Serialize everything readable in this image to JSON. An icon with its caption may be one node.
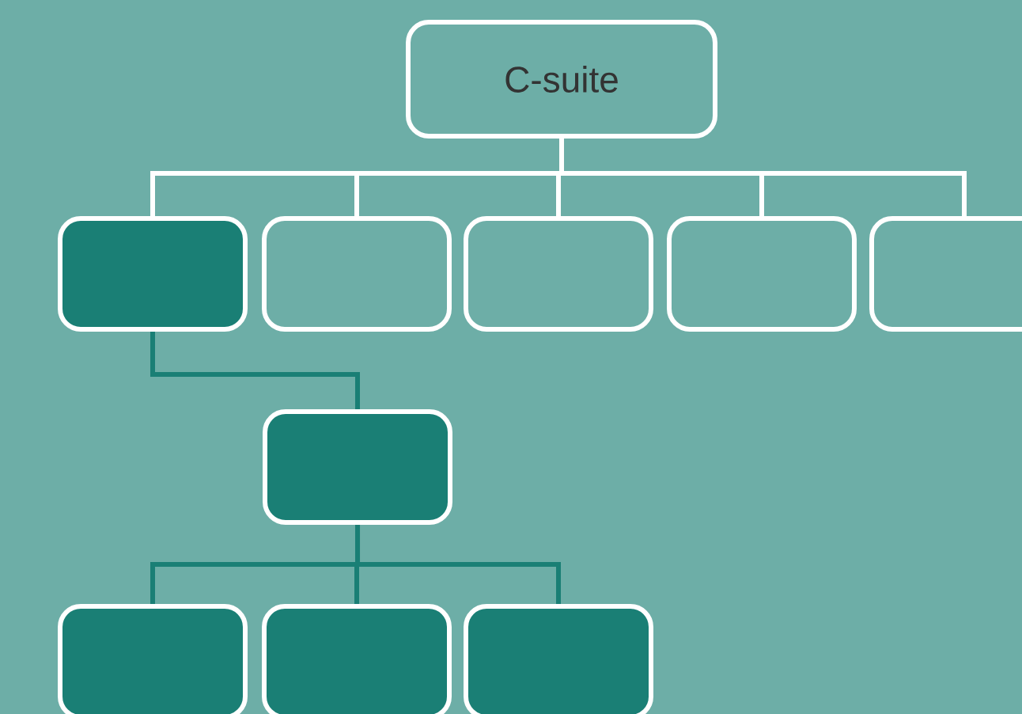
{
  "diagram": {
    "nodes": [
      {
        "text": [
          "C-suite"
        ]
      },
      {
        "text": [],
        "shape": "box"
      },
      {
        "text": [],
        "shape": "box"
      },
      {
        "text": [],
        "shape": "box"
      },
      {
        "text": [],
        "shape": "box"
      },
      {
        "text": [],
        "shape": "box"
      },
      {
        "text": [],
        "shape": "box"
      },
      {
        "text": [],
        "shape": "box"
      },
      {
        "text": [],
        "shape": "box"
      },
      {
        "text": [],
        "shape": "box"
      }
    ],
    "edges": [
      {
        "from": 0,
        "to": 1,
        "arrow": "none"
      },
      {
        "from": 0,
        "to": 2,
        "arrow": "none"
      },
      {
        "from": 0,
        "to": 3,
        "arrow": "none"
      },
      {
        "from": 0,
        "to": 4,
        "arrow": "none"
      },
      {
        "from": 0,
        "to": 5,
        "arrow": "none"
      },
      {
        "from": 1,
        "to": 6,
        "arrow": "none",
        "color": "#1a7f75"
      },
      {
        "from": 6,
        "to": 7,
        "arrow": "none",
        "color": "#1a7f75"
      },
      {
        "from": 6,
        "to": 8,
        "arrow": "none",
        "color": "#1a7f75"
      },
      {
        "from": 6,
        "to": 9,
        "arrow": "none",
        "color": "#1a7f75"
      }
    ]
  }
}
